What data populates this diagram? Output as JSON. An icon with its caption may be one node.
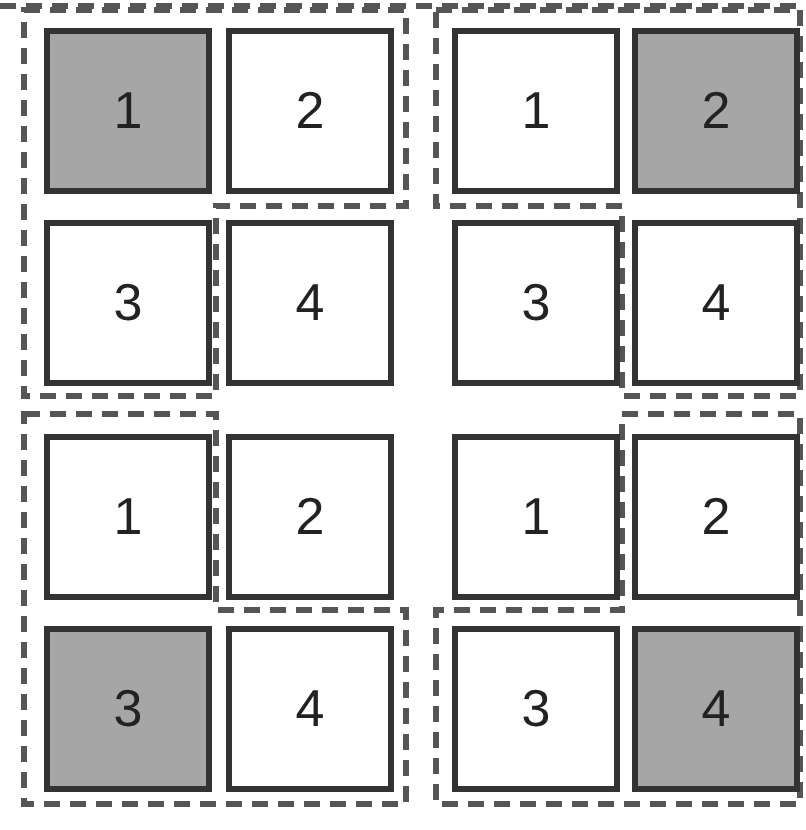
{
  "diagram": {
    "nodes": [
      {
        "text": [
          "1"
        ]
      },
      {
        "text": [
          "2"
        ]
      },
      {
        "text": [
          "3"
        ]
      },
      {
        "text": [
          "4"
        ]
      },
      {
        "text": [
          "1"
        ]
      },
      {
        "text": [
          "2"
        ]
      },
      {
        "text": [
          "3"
        ]
      },
      {
        "text": [
          "4"
        ]
      },
      {
        "text": [
          "1"
        ]
      },
      {
        "text": [
          "2"
        ]
      },
      {
        "text": [
          "3"
        ]
      },
      {
        "text": [
          "4"
        ]
      },
      {
        "text": [
          "1"
        ]
      },
      {
        "text": [
          "2"
        ]
      },
      {
        "text": [
          "3"
        ]
      },
      {
        "text": [
          "4"
        ]
      }
    ]
  }
}
